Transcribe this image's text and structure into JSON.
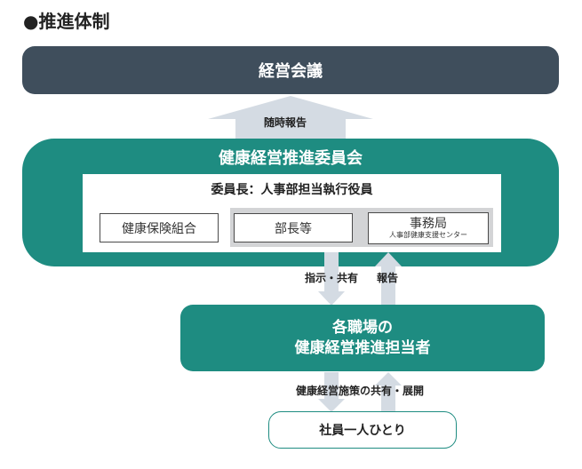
{
  "heading": "●推進体制",
  "top_box": "経営会議",
  "arrow_report_label": "随時報告",
  "committee": {
    "title": "健康経営推進委員会",
    "chair": "委員長：人事部担当執行役員",
    "members": {
      "union": "健康保険組合",
      "managers": "部長等",
      "secretariat": "事務局",
      "secretariat_sub": "人事部健康支援センター"
    }
  },
  "arrows_middle": {
    "instruct_label": "指示・共有",
    "report_label": "報告"
  },
  "workplace": {
    "line1": "各職場の",
    "line2": "健康経営推進担当者"
  },
  "arrow_bottom_label": "健康経営施策の共有・展開",
  "employee": "社員一人ひとり",
  "colors": {
    "dark": "#3f4e5c",
    "teal": "#1e8c81",
    "arrow": "#d4dbe3",
    "panel_gray": "#d3d4d6"
  }
}
